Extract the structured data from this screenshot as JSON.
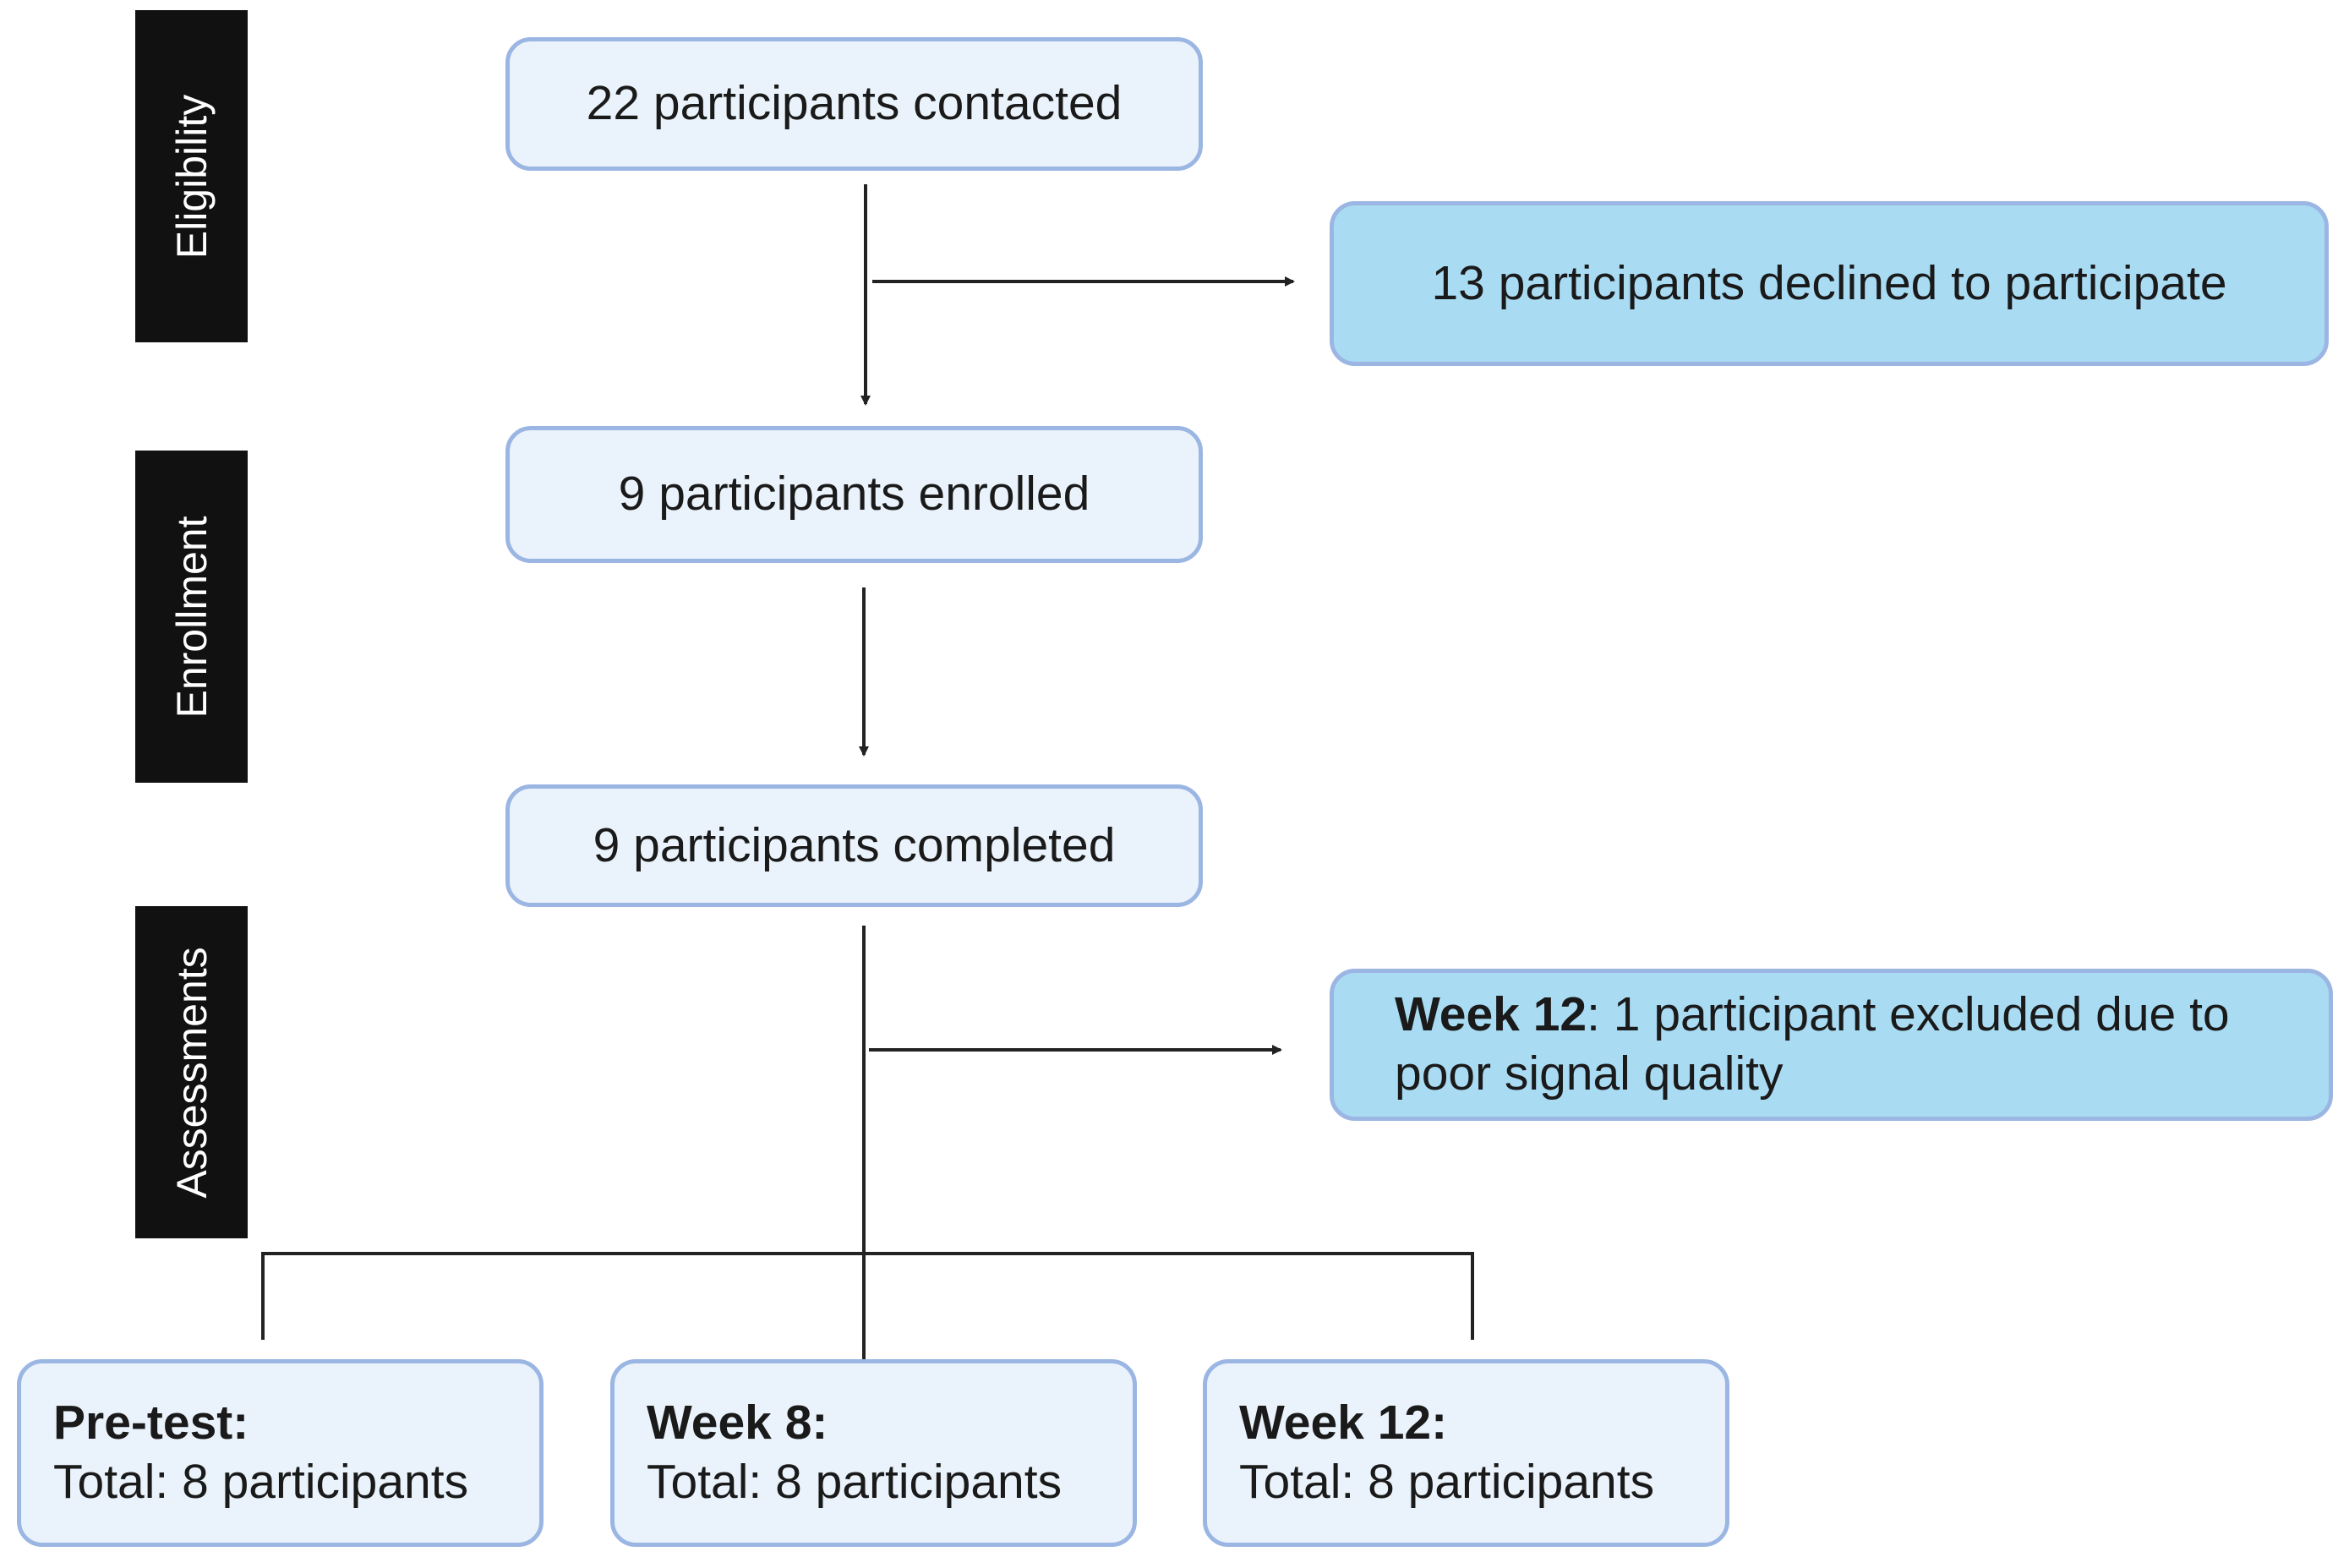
{
  "stages": {
    "eligibility": "Eligibility",
    "enrollment": "Enrollment",
    "assessments": "Assessments"
  },
  "boxes": {
    "contacted": "22 participants contacted",
    "declined": "13 participants declined to participate",
    "enrolled": "9 participants enrolled",
    "completed": "9 participants completed",
    "excluded": {
      "bold": "Week 12",
      "text_line1": ": 1 participant excluded due to",
      "text_line2": "poor signal quality"
    }
  },
  "outcomes": [
    {
      "heading": "Pre-test:",
      "total": "Total: 8 participants"
    },
    {
      "heading": "Week 8:",
      "total": "Total: 8 participants"
    },
    {
      "heading": "Week 12:",
      "total": "Total: 8 participants"
    }
  ],
  "colors": {
    "box_light": "#eaf3fb",
    "box_blue": "#a9dbf3",
    "box_border": "#9bb6e3",
    "stage_label_bg": "#111111",
    "line": "#222222"
  }
}
